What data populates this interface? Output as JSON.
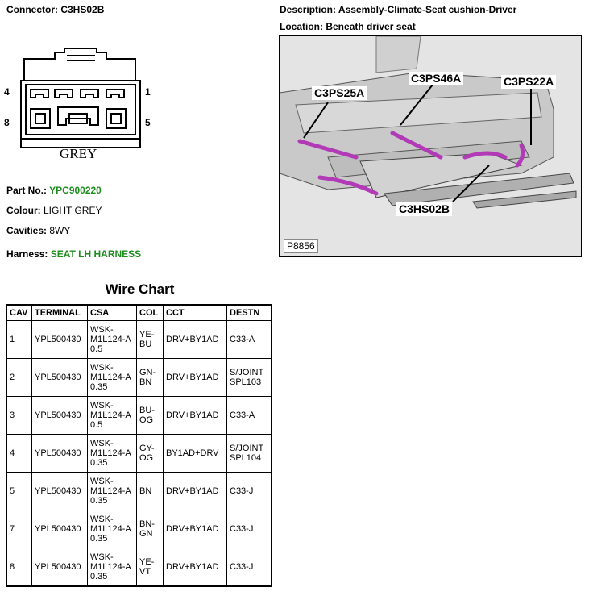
{
  "connector": {
    "label": "Connector:",
    "value": "C3HS02B"
  },
  "description": {
    "label": "Description:",
    "value": "Assembly-Climate-Seat cushion-Driver"
  },
  "location": {
    "label": "Location:",
    "value": "Beneath driver seat"
  },
  "diagram": {
    "pin_tl": "4",
    "pin_tr": "1",
    "pin_bl": "8",
    "pin_br": "5",
    "color_text": "GREY"
  },
  "part_no": {
    "label": "Part No.:",
    "value": "YPC900220"
  },
  "colour": {
    "label": "Colour:",
    "value": "LIGHT GREY"
  },
  "cavities": {
    "label": "Cavities:",
    "value": "8WY"
  },
  "harness": {
    "label": "Harness:",
    "value": "SEAT LH HARNESS"
  },
  "photo": {
    "callouts": [
      "C3PS25A",
      "C3PS46A",
      "C3PS22A",
      "C3HS02B"
    ],
    "id": "P8856",
    "accent_color": "#b23ab7"
  },
  "wire_chart": {
    "title": "Wire Chart",
    "headers": [
      "CAV",
      "TERMINAL",
      "CSA",
      "COL",
      "CCT",
      "DESTN"
    ],
    "rows": [
      [
        "1",
        "YPL500430",
        "WSK-M1L124-A 0.5",
        "YE-BU",
        "DRV+BY1AD",
        "C33-A"
      ],
      [
        "2",
        "YPL500430",
        "WSK-M1L124-A 0.35",
        "GN-BN",
        "DRV+BY1AD",
        "S/JOINT SPL103"
      ],
      [
        "3",
        "YPL500430",
        "WSK-M1L124-A 0.5",
        "BU-OG",
        "DRV+BY1AD",
        "C33-A"
      ],
      [
        "4",
        "YPL500430",
        "WSK-M1L124-A 0.35",
        "GY-OG",
        "BY1AD+DRV",
        "S/JOINT SPL104"
      ],
      [
        "5",
        "YPL500430",
        "WSK-M1L124-A 0.35",
        "BN",
        "DRV+BY1AD",
        "C33-J"
      ],
      [
        "7",
        "YPL500430",
        "WSK-M1L124-A 0.35",
        "BN-GN",
        "DRV+BY1AD",
        "C33-J"
      ],
      [
        "8",
        "YPL500430",
        "WSK-M1L124-A 0.35",
        "YE-VT",
        "DRV+BY1AD",
        "C33-J"
      ]
    ]
  }
}
